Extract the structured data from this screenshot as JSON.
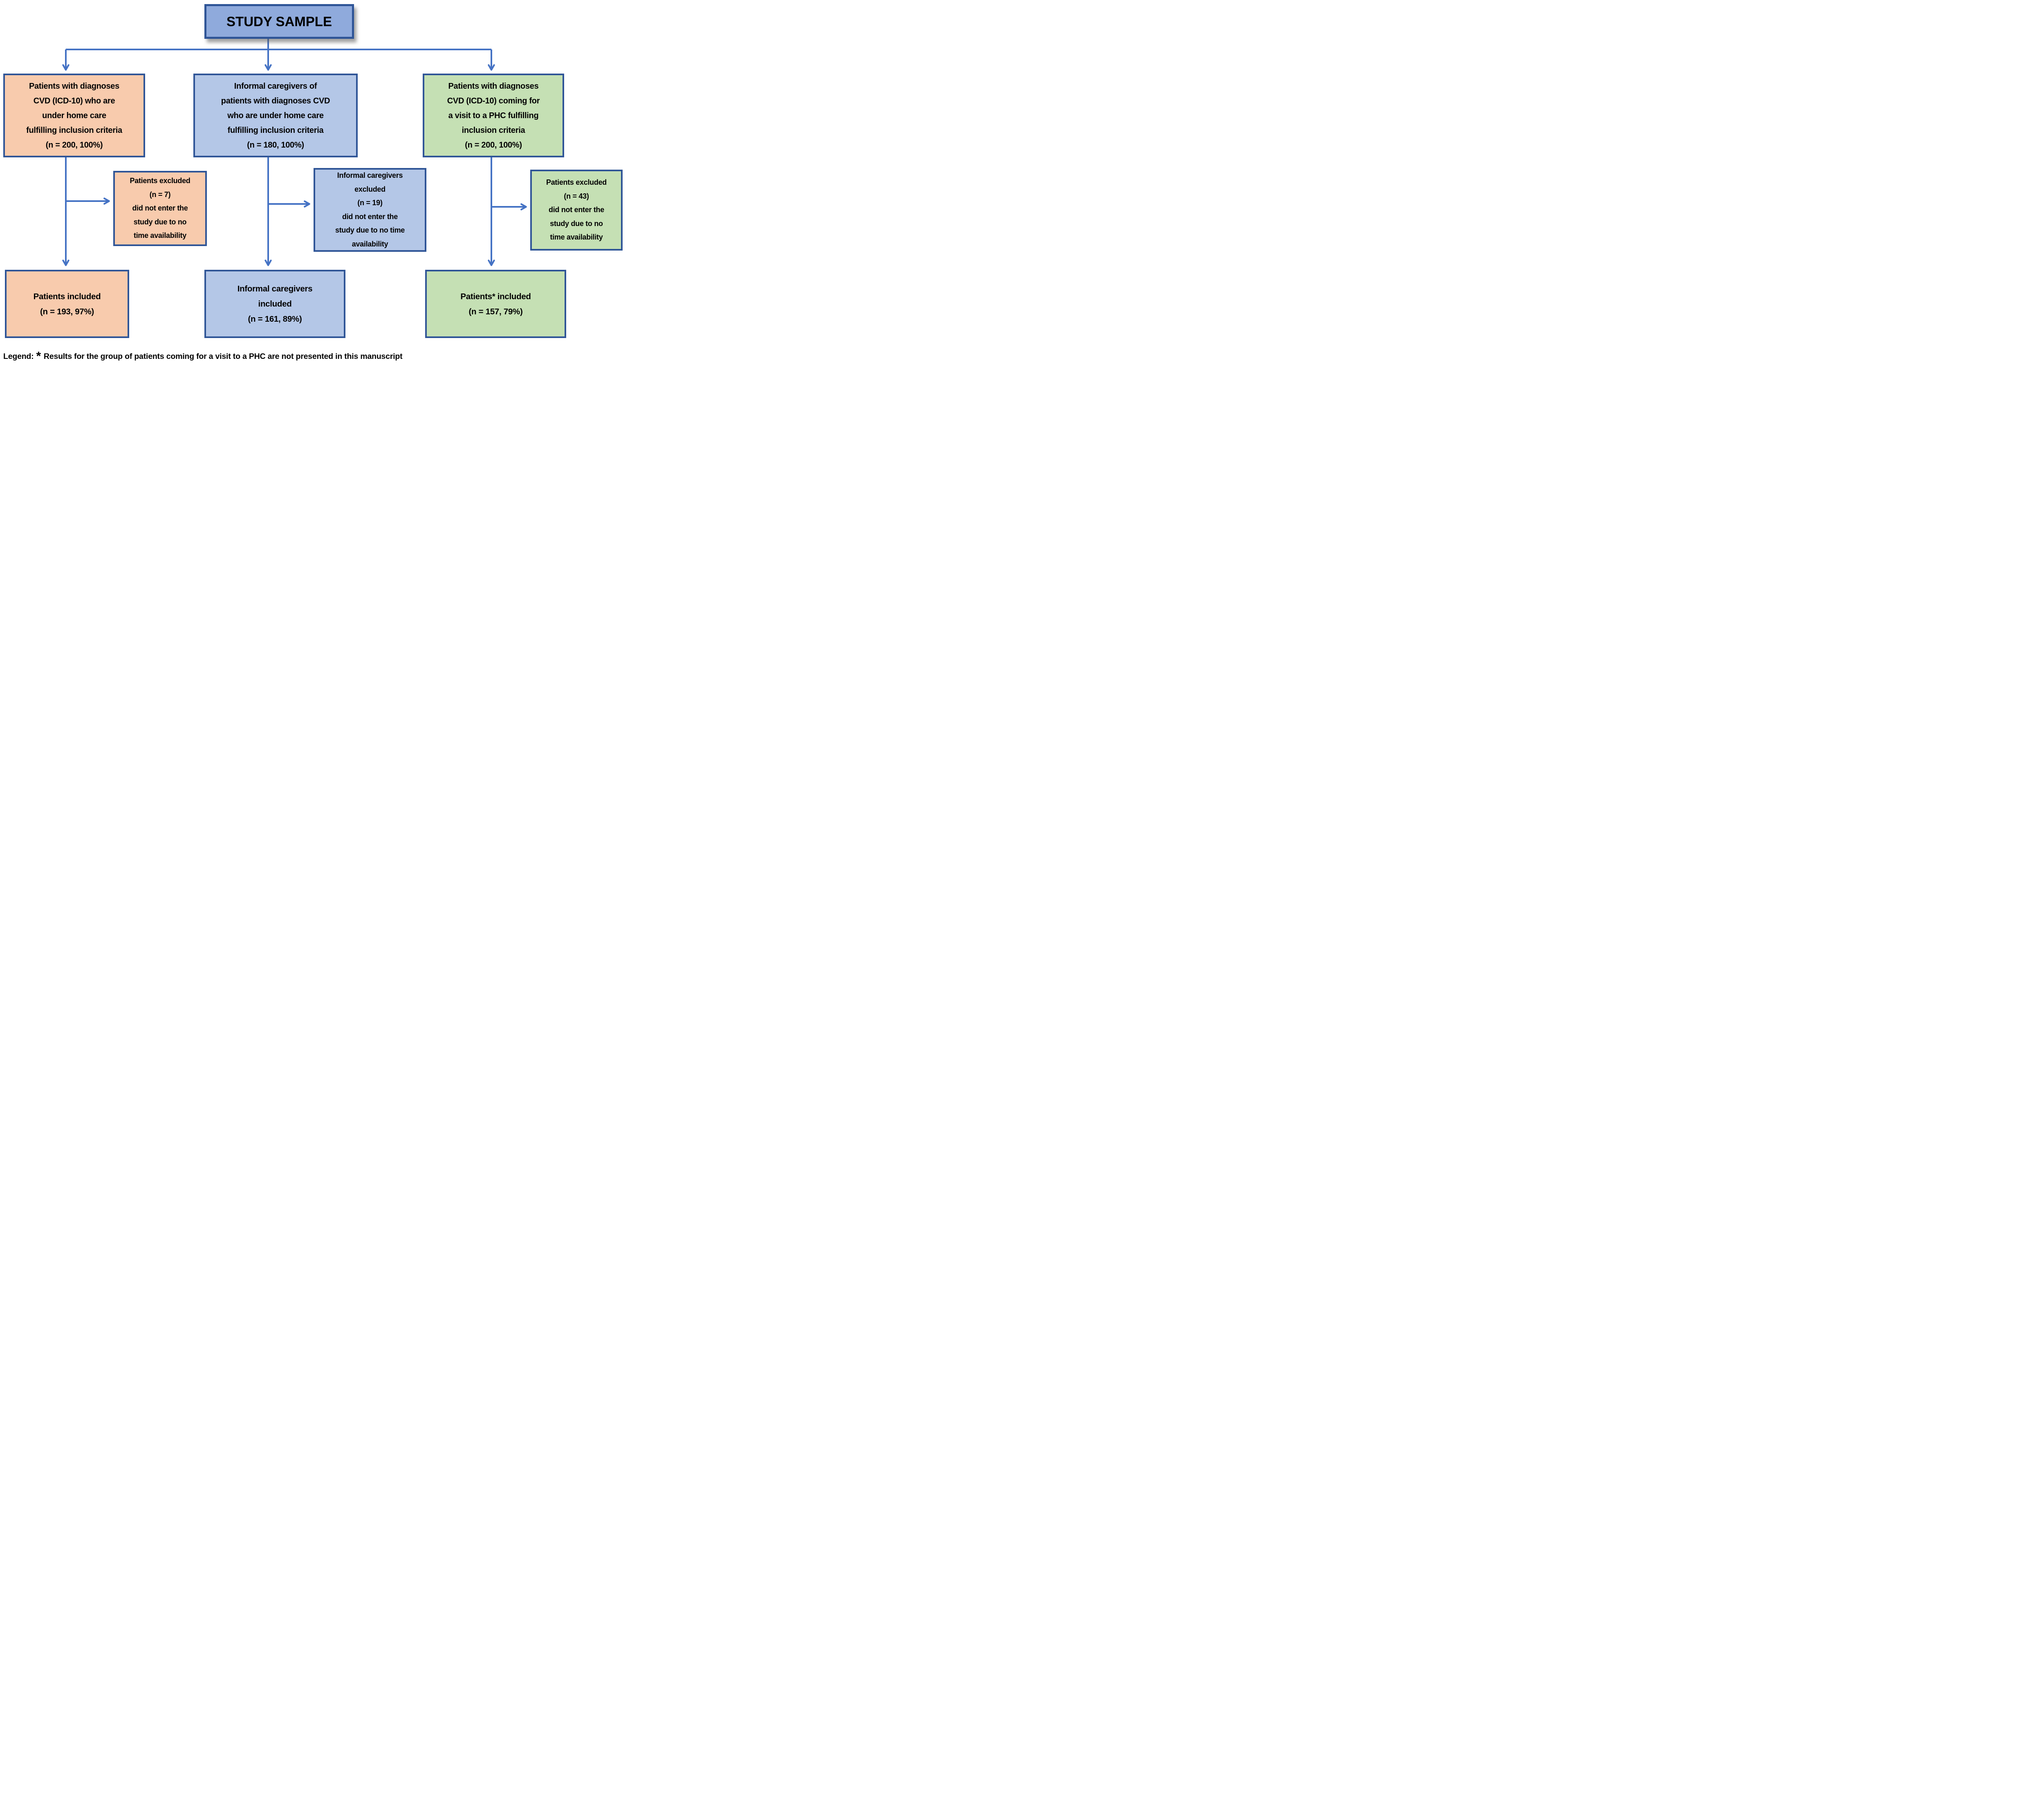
{
  "title": "STUDY SAMPLE",
  "colors": {
    "connector_line": "#4472C4",
    "box_border": "#2F5597",
    "title_fill": "#8FAADC",
    "orange_fill": "#F8CBAD",
    "blue_fill": "#B4C7E7",
    "green_fill": "#C5E0B4",
    "text": "#000000"
  },
  "columns": [
    {
      "name": "patients-under-home-care",
      "fill": "#F8CBAD",
      "top_box": "Patients with diagnoses\nCVD (ICD-10) who are\nunder home care\nfulfilling inclusion criteria\n(n = 200, 100%)",
      "excluded_box": "Patients excluded\n(n = 7)\ndid not enter the\nstudy due to no\ntime availability",
      "included_box": "Patients included\n(n = 193, 97%)"
    },
    {
      "name": "informal-caregivers",
      "fill": "#B4C7E7",
      "top_box": "Informal caregivers of\npatients with diagnoses CVD\nwho are under home care\nfulfilling inclusion criteria\n(n = 180, 100%)",
      "excluded_box": "Informal caregivers\nexcluded\n(n = 19)\ndid not enter the\nstudy due to no time\navailability",
      "included_box": "Informal caregivers\nincluded\n(n = 161, 89%)"
    },
    {
      "name": "patients-phc-visit",
      "fill": "#C5E0B4",
      "top_box": "Patients with diagnoses\nCVD (ICD-10) coming for\na visit to a PHC fulfilling\ninclusion criteria\n(n = 200, 100%)",
      "excluded_box": "Patients excluded\n(n = 43)\ndid not enter the\nstudy due to no\ntime availability",
      "included_box": "Patients* included\n(n = 157, 79%)"
    }
  ],
  "legend": {
    "label": "Legend:",
    "asterisk": "*",
    "text": "Results for the group of patients coming for a visit to a PHC are not presented in this manuscript"
  }
}
